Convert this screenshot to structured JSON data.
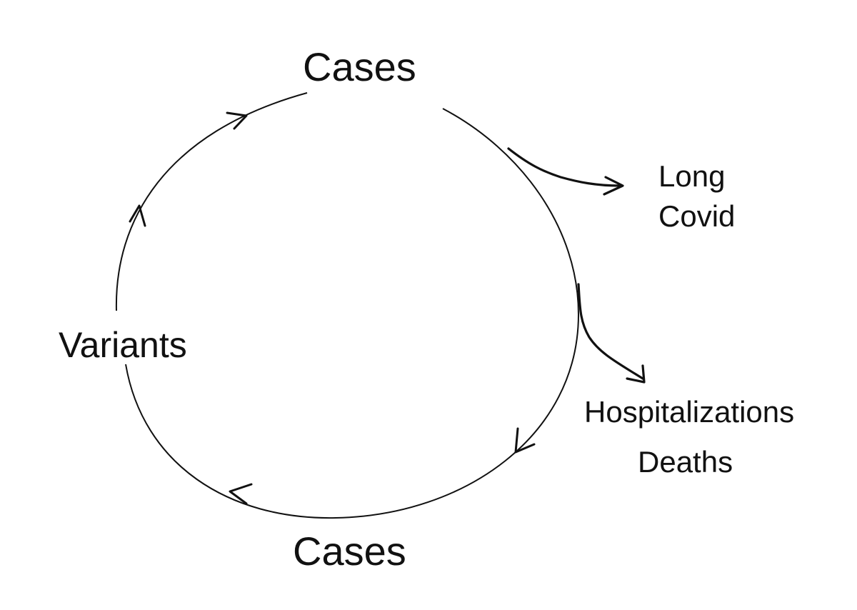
{
  "diagram": {
    "nodes": {
      "cases_top": "Cases",
      "cases_bottom": "Cases",
      "variants": "Variants",
      "long_covid_line1": "Long",
      "long_covid_line2": "Covid",
      "hospitalizations": "Hospitalizations",
      "deaths": "Deaths"
    },
    "colors": {
      "ink": "#111111",
      "background": "#ffffff"
    }
  }
}
